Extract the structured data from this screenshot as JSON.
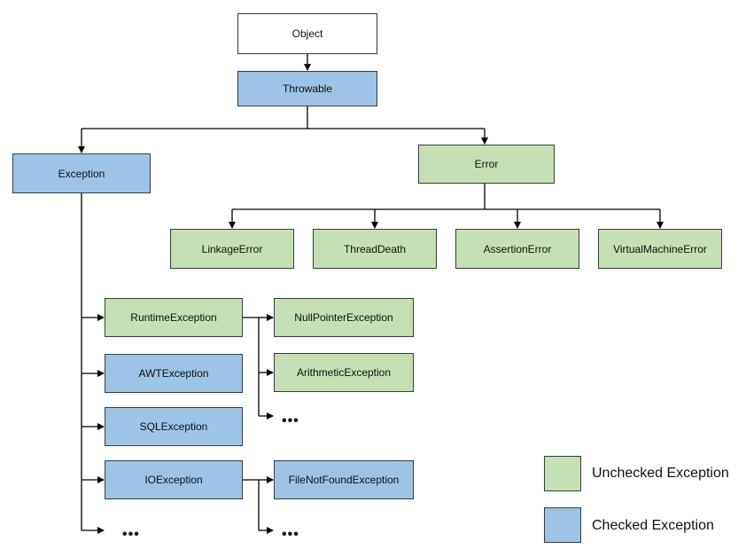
{
  "nodes": {
    "object": "Object",
    "throwable": "Throwable",
    "exception": "Exception",
    "error": "Error",
    "linkage_error": "LinkageError",
    "thread_death": "ThreadDeath",
    "assertion_error": "AssertionError",
    "virtual_machine_error": "VirtualMachineError",
    "runtime_exception": "RuntimeException",
    "awt_exception": "AWTException",
    "sql_exception": "SQLException",
    "io_exception": "IOException",
    "null_pointer_exception": "NullPointerException",
    "arithmetic_exception": "ArithmeticException",
    "file_not_found_exception": "FileNotFoundException"
  },
  "ellipsis": "•••",
  "legend": {
    "unchecked": "Unchecked Exception",
    "checked": "Checked Exception"
  },
  "colors": {
    "checked": "#9dc3e6",
    "unchecked": "#c5e0b4",
    "object": "#ffffff",
    "line": "#000000"
  }
}
